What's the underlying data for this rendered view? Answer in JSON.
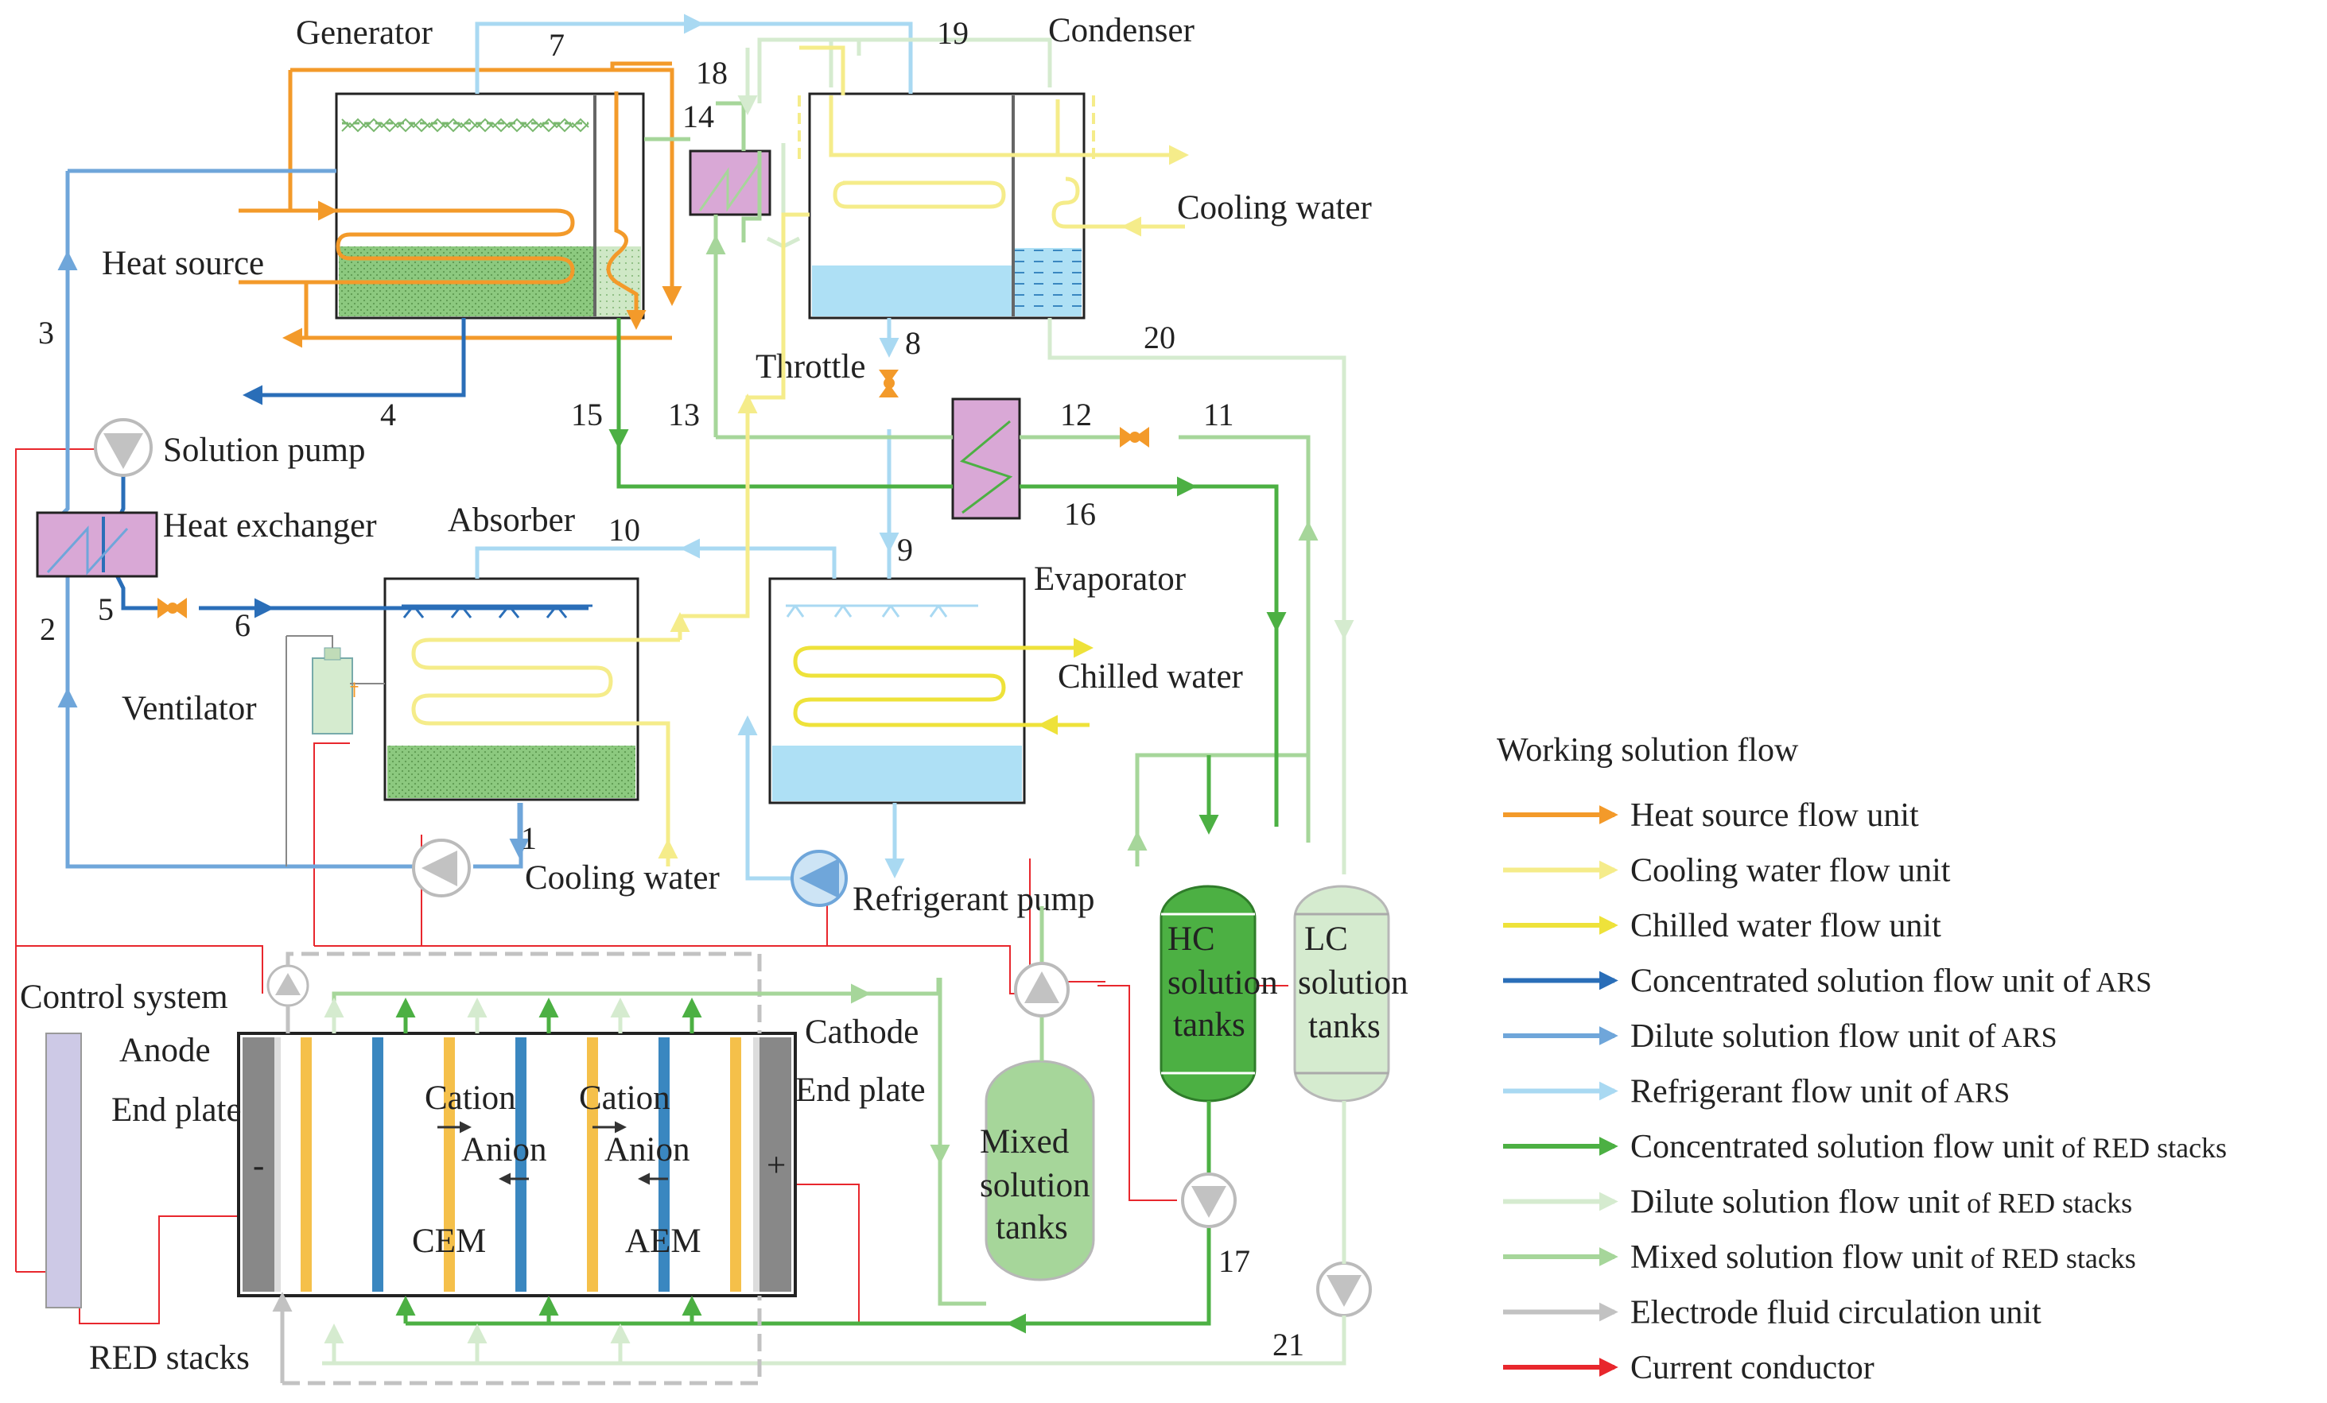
{
  "components": {
    "generator": "Generator",
    "condenser": "Condenser",
    "heat_source": "Heat source",
    "solution_pump": "Solution pump",
    "heat_exchanger": "Heat exchanger",
    "absorber": "Absorber",
    "evaporator": "Evaporator",
    "throttle": "Throttle",
    "ventilator": "Ventilator",
    "cooling_water_top": "Cooling water",
    "cooling_water_bottom": "Cooling water",
    "chilled_water": "Chilled water",
    "refrigerant_pump": "Refrigerant pump",
    "control_system": "Control system",
    "anode": "Anode",
    "cathode": "Cathode",
    "end_plate_left": "End plate",
    "end_plate_right": "End plate",
    "cation_1": "Cation",
    "anion_1": "Anion",
    "cation_2": "Cation",
    "anion_2": "Anion",
    "cem": "CEM",
    "aem": "AEM",
    "red_stacks": "RED stacks",
    "minus_sign": "-",
    "plus_sign": "+"
  },
  "tanks": {
    "hc": [
      "HC",
      "solution",
      "tanks"
    ],
    "lc": [
      "LC",
      "solution",
      "tanks"
    ],
    "mixed": [
      "Mixed",
      "solution",
      "tanks"
    ]
  },
  "state_points": [
    "1",
    "2",
    "3",
    "4",
    "5",
    "6",
    "7",
    "8",
    "9",
    "10",
    "11",
    "12",
    "13",
    "14",
    "15",
    "16",
    "17",
    "18",
    "19",
    "20",
    "21"
  ],
  "legend": {
    "title": "Working solution flow",
    "items": [
      {
        "main": "Heat source flow unit",
        "suffix": "",
        "color": "#f39a2a"
      },
      {
        "main": "Cooling water flow unit",
        "suffix": "",
        "color": "#f5ec8a"
      },
      {
        "main": "Chilled water flow unit",
        "suffix": "",
        "color": "#eee23a"
      },
      {
        "main": "Concentrated solution flow unit of",
        "suffix": "ARS",
        "color": "#2a6eb8"
      },
      {
        "main": "Dilute solution flow unit of",
        "suffix": "ARS",
        "color": "#6fa6da"
      },
      {
        "main": "Refrigerant flow unit of",
        "suffix": "ARS",
        "color": "#a9d9f2"
      },
      {
        "main": "Concentrated solution flow unit",
        "suffix": "of RED stacks",
        "color": "#4cb043"
      },
      {
        "main": "Dilute solution flow unit",
        "suffix": "of RED stacks",
        "color": "#d5ebcf"
      },
      {
        "main": "Mixed solution flow unit",
        "suffix": "of RED stacks",
        "color": "#a6d69a"
      },
      {
        "main": "Electrode fluid circulation unit",
        "suffix": "",
        "color": "#c2c2c2"
      },
      {
        "main": "Current conductor",
        "suffix": "",
        "color": "#e8272d"
      }
    ]
  },
  "colors": {
    "heat_source": "#f39a2a",
    "cooling_water": "#f5ec8a",
    "chilled_water": "#eee23a",
    "concentrated_ars": "#2a6eb8",
    "dilute_ars": "#6fa6da",
    "refrigerant": "#a9d9f2",
    "concentrated_red": "#4cb043",
    "dilute_red": "#d5ebcf",
    "mixed_red": "#a6d69a",
    "electrode_fluid": "#c2c2c2",
    "current": "#e8272d",
    "heat_exchanger_fill": "#d9a8d6",
    "solution_pool": "#8cc97f",
    "water_pool": "#aee0f5",
    "control_box": "#cdc9e6"
  }
}
